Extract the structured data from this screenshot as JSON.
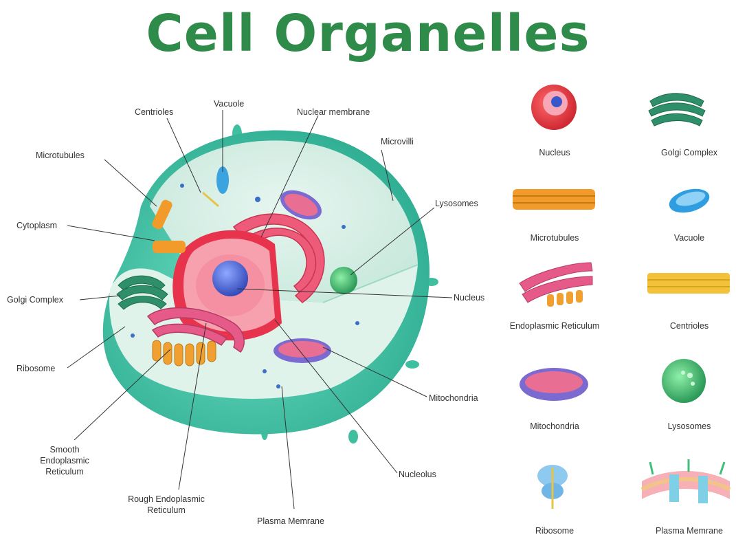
{
  "title": "Cell Organelles",
  "labels": {
    "centrioles": "Centrioles",
    "vacuole": "Vacuole",
    "nuclear_membrane": "Nuclear membrane",
    "microvilli": "Microvilli",
    "microtubules": "Microtubules",
    "lysosomes": "Lysosomes",
    "cytoplasm": "Cytoplasm",
    "golgi_complex": "Golgi Complex",
    "nucleus": "Nucleus",
    "ribosome": "Ribosome",
    "mitochondria": "Mitochondria",
    "smooth_er": "Smooth\nEndoplasmic\nReticulum",
    "nucleolus": "Nucleolus",
    "rough_er": "Rough Endoplasmic\nReticulum",
    "plasma_membrane": "Plasma Memrane"
  },
  "legend": [
    {
      "name": "Nucleus",
      "icon": "nucleus-icon"
    },
    {
      "name": "Golgi Complex",
      "icon": "golgi-icon"
    },
    {
      "name": "Microtubules",
      "icon": "microtubules-icon"
    },
    {
      "name": "Vacuole",
      "icon": "vacuole-icon"
    },
    {
      "name": "Endoplasmic Reticulum",
      "icon": "er-icon"
    },
    {
      "name": "Centrioles",
      "icon": "centrioles-icon"
    },
    {
      "name": "Mitochondria",
      "icon": "mitochondria-icon"
    },
    {
      "name": "Lysosomes",
      "icon": "lysosome-icon"
    },
    {
      "name": "Ribosome",
      "icon": "ribosome-icon"
    },
    {
      "name": "Plasma Memrane",
      "icon": "plasma-membrane-icon"
    }
  ],
  "colors": {
    "title": "#2e8b4a",
    "cell_outer": "#4cc9ab",
    "cytoplasm": "#d8efe6",
    "nucleus_pink": "#f0879a",
    "nucleolus": "#3a57c9",
    "er_red": "#e23a55"
  }
}
